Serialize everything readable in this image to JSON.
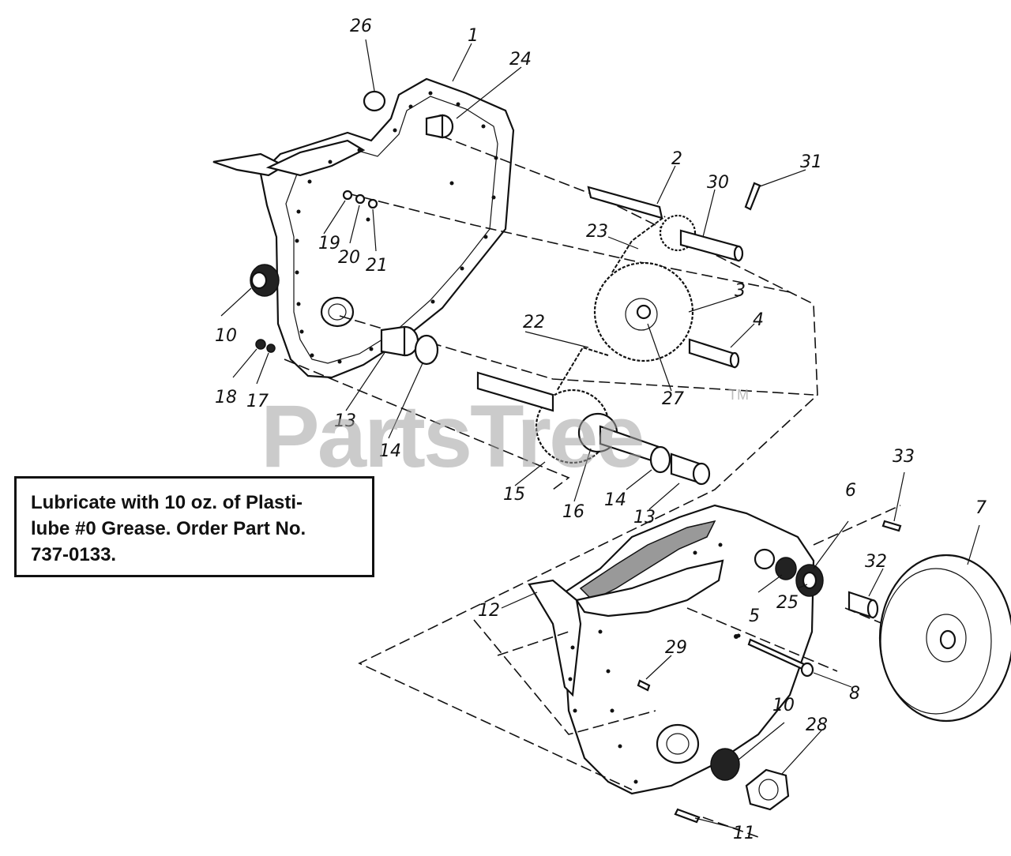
{
  "note": {
    "lines": [
      "Lubricate with 10 oz. of Plasti-",
      "lube #0 Grease. Order Part No.",
      "737-0133."
    ]
  },
  "watermark": {
    "text": "PartsTree",
    "trademark": "TM"
  },
  "callouts": {
    "c1": "1",
    "c2": "2",
    "c3": "3",
    "c4": "4",
    "c5": "5",
    "c6": "6",
    "c7": "7",
    "c8": "8",
    "c10a": "10",
    "c10b": "10",
    "c11": "11",
    "c12": "12",
    "c13a": "13",
    "c13b": "13",
    "c14a": "14",
    "c14b": "14",
    "c15": "15",
    "c16": "16",
    "c17": "17",
    "c18": "18",
    "c19": "19",
    "c20": "20",
    "c21": "21",
    "c22": "22",
    "c23": "23",
    "c24": "24",
    "c25": "25",
    "c26": "26",
    "c27": "27",
    "c28": "28",
    "c29": "29",
    "c30": "30",
    "c31": "31",
    "c32": "32",
    "c33": "33"
  }
}
